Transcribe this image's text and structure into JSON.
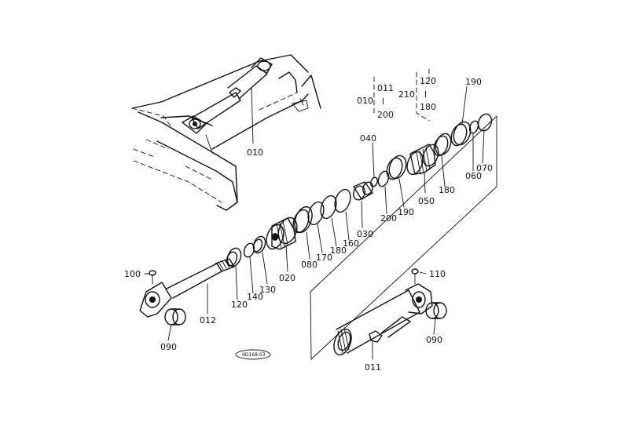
{
  "labels": {
    "p010": "010",
    "p011_top": "011",
    "p011_range_sep": "ꞁ",
    "p010_range": "010",
    "p200_range": "200",
    "p120_range": "120",
    "p210_range": "210",
    "p180_range": "180",
    "p180_range_sep": "ꞁ",
    "p190_top": "190",
    "p040": "040",
    "p060": "060",
    "p070": "070",
    "p180_b": "180",
    "p050": "050",
    "p190_b": "190",
    "p200_b": "200",
    "p030": "030",
    "p160": "160",
    "p180_c": "180",
    "p170": "170",
    "p080": "080",
    "p020": "020",
    "p130": "130",
    "p140": "140",
    "p120_b": "120",
    "p012": "012",
    "p100": "100",
    "p090_left": "090",
    "p110": "110",
    "p090_right": "090",
    "p011_bottom": "011",
    "drawing_code": "9D168-03"
  }
}
